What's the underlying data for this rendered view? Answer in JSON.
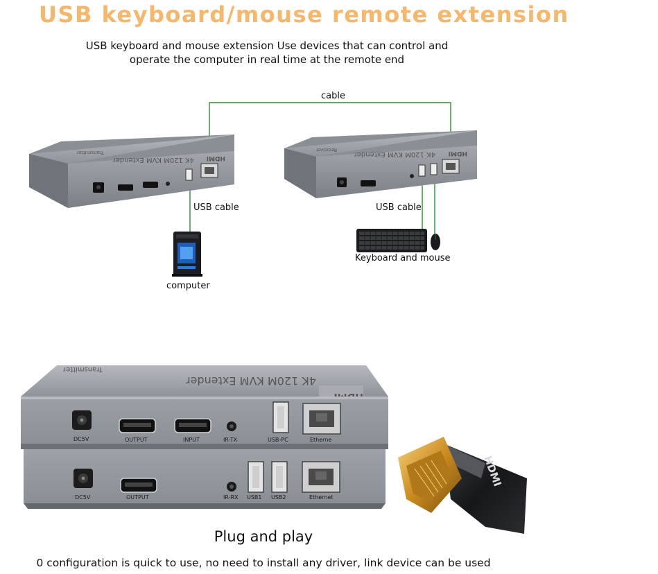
{
  "header": {
    "title": "USB keyboard/mouse remote extension",
    "subtitle_line1": "USB keyboard and mouse extension Use devices that can control and",
    "subtitle_line2": "operate the computer in real time at the remote end"
  },
  "diagram": {
    "cable_label": "cable",
    "tx_usb_cable_label": "USB cable",
    "rx_usb_cable_label": "USB cable",
    "computer_label": "computer",
    "keyboard_mouse_label": "Keyboard and mouse",
    "box_model_text": "4K 120M KVM Extender",
    "transmitter_text": "Transmitter",
    "receiver_text": "Receiver",
    "hdmi_logo": "HDMI"
  },
  "closeup": {
    "transmitter_ports": [
      "DC5V",
      "OUTPUT",
      "INPUT",
      "IR-TX",
      "USB-PC",
      "Etherne"
    ],
    "receiver_ports": [
      "DC5V",
      "OUTPUT",
      "IR-RX",
      "USB1",
      "USB2",
      "Ethernet"
    ],
    "top_text": "4K 120M KVM Extender",
    "top_small_text": "Transmitter",
    "hdmi_plug_text": "HDMI"
  },
  "footer": {
    "heading": "Plug and play",
    "note": "0 configuration is quick to use, no need to install any driver, link device can be used"
  },
  "colors": {
    "title": "#f5b76b",
    "cable_line": "#2e8b2e",
    "device_body": "#8d9099"
  }
}
